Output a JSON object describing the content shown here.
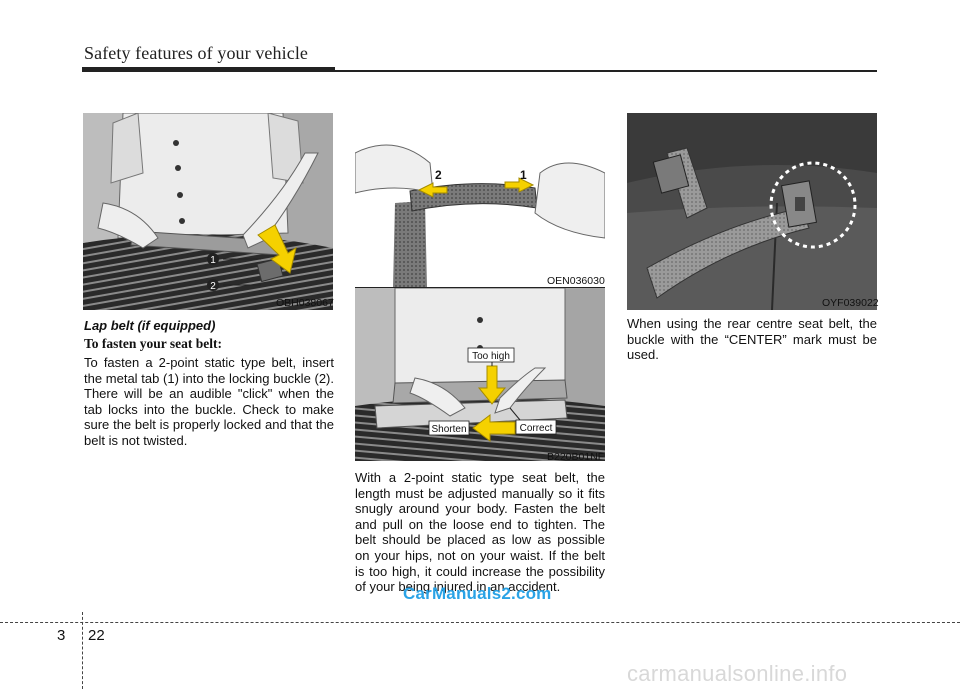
{
  "header": {
    "title": "Safety features of your vehicle"
  },
  "images": {
    "img1": {
      "code": "OBH038067",
      "callouts": [
        "1",
        "2"
      ]
    },
    "img2": {
      "code": "OEN036030",
      "callouts": [
        "2",
        "1"
      ]
    },
    "img3": {
      "code": "B220B01NF",
      "labels": {
        "too_high": "Too high",
        "shorten": "Shorten",
        "correct": "Correct"
      }
    },
    "img4": {
      "code": "OYF039022"
    }
  },
  "col1": {
    "subheading": "Lap belt (if equipped)",
    "heading": "To fasten your seat belt:",
    "paragraph": "To fasten a 2-point static type belt, insert the metal tab (1) into the locking buckle (2). There will be an audible \"click\" when the tab locks into the buckle. Check to make sure the belt is properly locked and that the belt is not twisted."
  },
  "col2": {
    "paragraph": "With a 2-point static type seat belt, the length must be adjusted manually so it fits snugly around your body. Fasten the belt and pull on the loose end to tighten. The belt should be placed as low as possible on your hips, not on your waist. If the belt is too high, it could increase the possibility of your being injured in an accident."
  },
  "col3": {
    "paragraph": "When using the rear centre seat belt, the buckle with the “CENTER” mark must be used."
  },
  "footer": {
    "section": "3",
    "page": "22"
  },
  "watermarks": {
    "carmanuals": "CarManuals2.com",
    "online": "carmanualsonline.info"
  },
  "colors": {
    "arrow": "#f5d100",
    "watermark_blue": "#2aa3e6",
    "rule": "#222222"
  }
}
